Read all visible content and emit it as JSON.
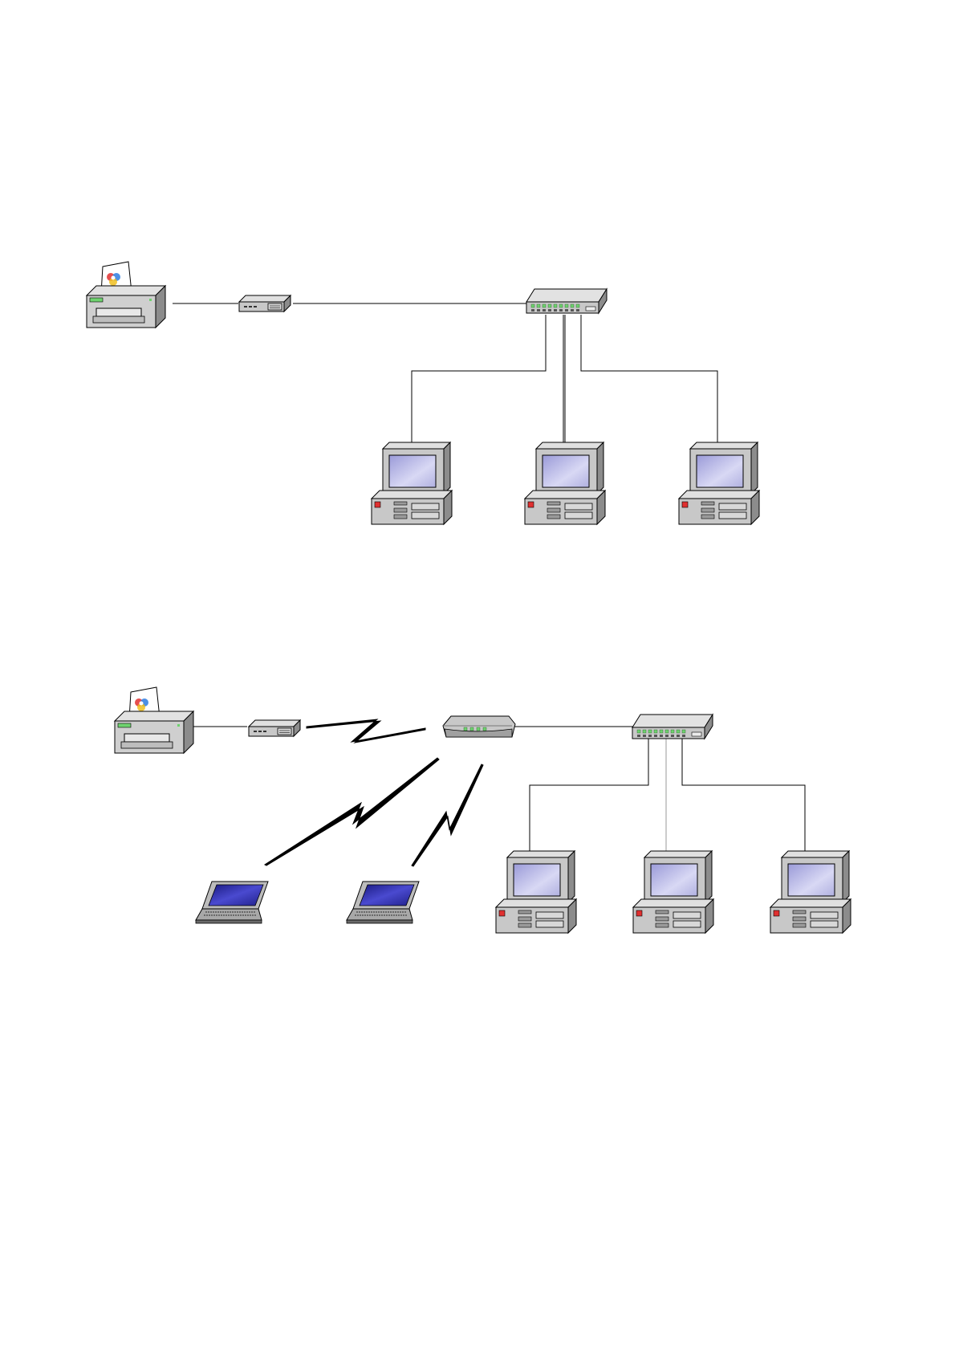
{
  "diagrams": [
    {
      "devices": [
        {
          "id": "printer-1",
          "kind": "printer"
        },
        {
          "id": "print-server-1",
          "kind": "print-server"
        },
        {
          "id": "switch-1",
          "kind": "switch"
        },
        {
          "id": "desktop-1a",
          "kind": "desktop"
        },
        {
          "id": "desktop-1b",
          "kind": "desktop"
        },
        {
          "id": "desktop-1c",
          "kind": "desktop"
        }
      ],
      "links": [
        {
          "from": "printer-1",
          "to": "print-server-1",
          "type": "wired"
        },
        {
          "from": "print-server-1",
          "to": "switch-1",
          "type": "wired"
        },
        {
          "from": "switch-1",
          "to": "desktop-1a",
          "type": "wired"
        },
        {
          "from": "switch-1",
          "to": "desktop-1b",
          "type": "wired"
        },
        {
          "from": "switch-1",
          "to": "desktop-1c",
          "type": "wired"
        }
      ]
    },
    {
      "devices": [
        {
          "id": "printer-2",
          "kind": "printer"
        },
        {
          "id": "print-server-2",
          "kind": "print-server"
        },
        {
          "id": "access-point",
          "kind": "wireless-access-point"
        },
        {
          "id": "switch-2",
          "kind": "switch"
        },
        {
          "id": "laptop-a",
          "kind": "laptop"
        },
        {
          "id": "laptop-b",
          "kind": "laptop"
        },
        {
          "id": "desktop-2a",
          "kind": "desktop"
        },
        {
          "id": "desktop-2b",
          "kind": "desktop"
        },
        {
          "id": "desktop-2c",
          "kind": "desktop"
        }
      ],
      "links": [
        {
          "from": "printer-2",
          "to": "print-server-2",
          "type": "wired"
        },
        {
          "from": "print-server-2",
          "to": "access-point",
          "type": "wireless"
        },
        {
          "from": "access-point",
          "to": "switch-2",
          "type": "wired"
        },
        {
          "from": "access-point",
          "to": "laptop-a",
          "type": "wireless"
        },
        {
          "from": "access-point",
          "to": "laptop-b",
          "type": "wireless"
        },
        {
          "from": "switch-2",
          "to": "desktop-2a",
          "type": "wired"
        },
        {
          "from": "switch-2",
          "to": "desktop-2b",
          "type": "wired"
        },
        {
          "from": "switch-2",
          "to": "desktop-2c",
          "type": "wired"
        }
      ]
    }
  ],
  "colors": {
    "background": "#ffffff",
    "line": "#000000",
    "device_body": "#c8c8c8",
    "device_shadow": "#8c8c8c",
    "screen": "#b4b4e6",
    "laptop_screen": "#2828a0",
    "led_green": "#6fd36f",
    "led_red": "#e03030"
  }
}
